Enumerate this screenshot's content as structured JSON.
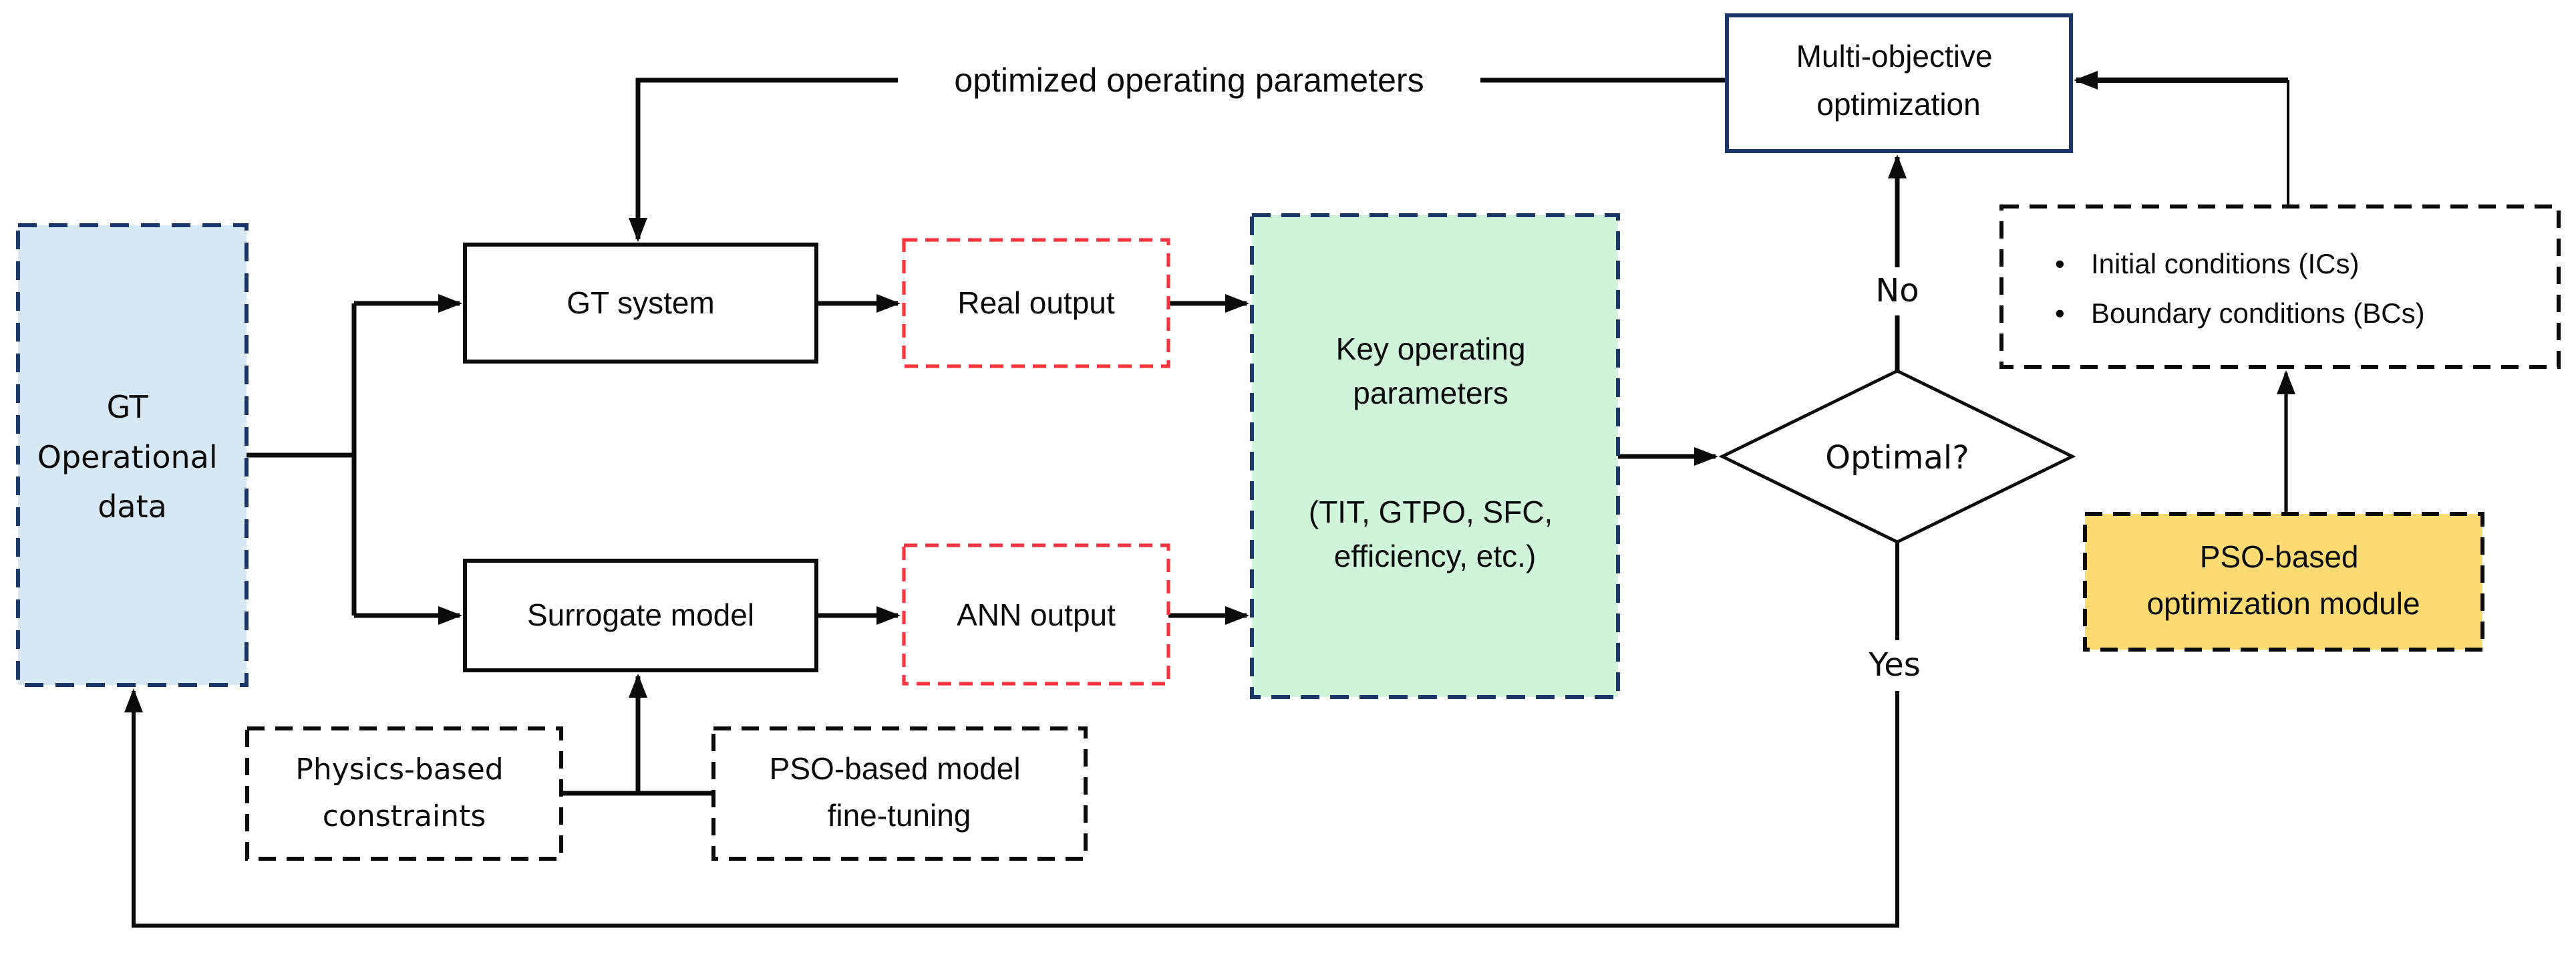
{
  "figure": {
    "description": "Flowchart of a PSO-based surrogate-model optimization framework for a gas turbine system"
  },
  "colors": {
    "navy_border": "#1b3668",
    "blue_fill": "#d6e8f4",
    "green_fill": "#cff4d9",
    "yellow_fill": "#fbdb72",
    "red_border": "#f7353f",
    "line_black": "#0b0b0b",
    "background": "#ffffff"
  },
  "nodes": {
    "gt_data": {
      "lines": [
        "GT",
        "Operational",
        "data"
      ]
    },
    "gt_system": {
      "label": "GT system"
    },
    "surrogate": {
      "label": "Surrogate model"
    },
    "real_output": {
      "label": "Real output"
    },
    "ann_output": {
      "label": "ANN output"
    },
    "key_params": {
      "lines": [
        "Key operating",
        "parameters",
        "(TIT, GTPO, SFC,",
        "efficiency, etc.)"
      ]
    },
    "optimal": {
      "label": "Optimal?"
    },
    "multi_objective": {
      "lines": [
        "Multi-objective",
        "optimization"
      ]
    },
    "ics_bcs": {
      "bullet": "•",
      "items": [
        "Initial conditions (ICs)",
        "Boundary conditions (BCs)"
      ]
    },
    "pso_module": {
      "lines": [
        "PSO-based",
        "optimization module"
      ]
    },
    "physics": {
      "lines": [
        "Physics-based",
        "constraints"
      ]
    },
    "pso_finetune": {
      "lines": [
        "PSO-based model",
        "fine-tuning"
      ]
    }
  },
  "edge_labels": {
    "optimized": "optimized operating parameters",
    "no": "No",
    "yes": "Yes"
  },
  "edges": [
    {
      "from": "gt_data",
      "to": "gt_system"
    },
    {
      "from": "gt_data",
      "to": "surrogate"
    },
    {
      "from": "gt_system",
      "to": "real_output"
    },
    {
      "from": "real_output",
      "to": "key_params"
    },
    {
      "from": "surrogate",
      "to": "ann_output"
    },
    {
      "from": "ann_output",
      "to": "key_params"
    },
    {
      "from": "key_params",
      "to": "optimal"
    },
    {
      "from": "optimal",
      "to": "multi_objective",
      "label": "No"
    },
    {
      "from": "optimal",
      "to": "gt_data",
      "label": "Yes"
    },
    {
      "from": "multi_objective",
      "to": "gt_system",
      "label": "optimized operating parameters"
    },
    {
      "from": "ics_bcs",
      "to": "multi_objective"
    },
    {
      "from": "pso_module",
      "to": "ics_bcs"
    },
    {
      "from": "physics",
      "to": "surrogate"
    },
    {
      "from": "pso_finetune",
      "to": "surrogate"
    }
  ]
}
